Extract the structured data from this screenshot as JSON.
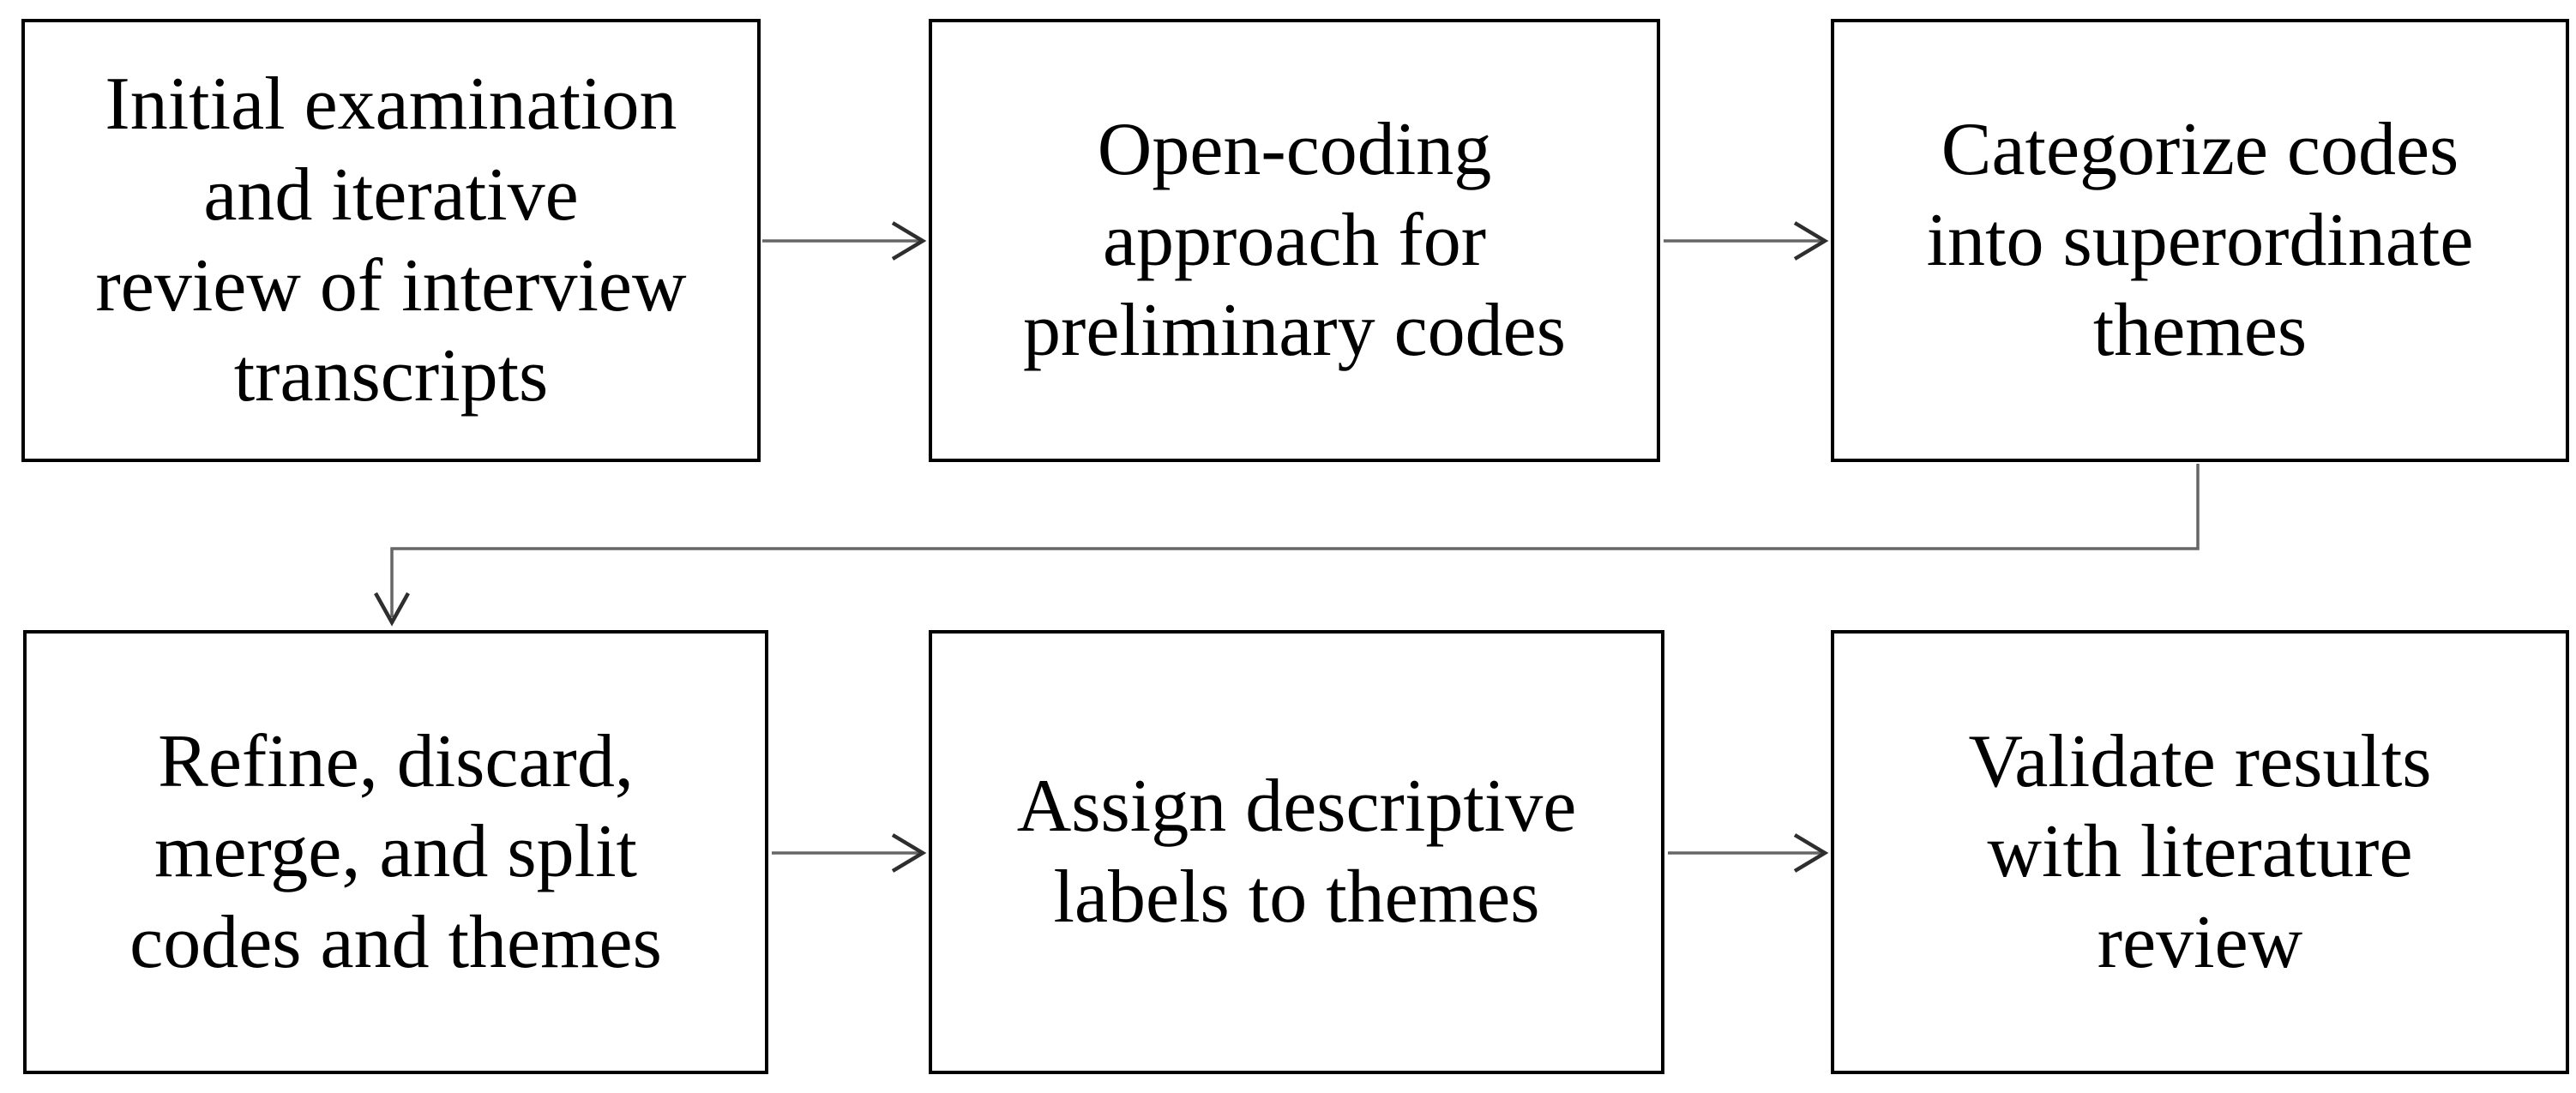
{
  "figure": {
    "type": "flowchart",
    "rows": 2,
    "columns": 3
  },
  "colors": {
    "background": "#ffffff",
    "box-fill": "#ffffff",
    "box-border": "#000000",
    "text": "#000000",
    "connector-line": "#666666",
    "arrowhead": "#2e2e2e"
  },
  "boxes": [
    {
      "id": "box-1",
      "label": "Initial examination\nand iterative\nreview of interview\ntranscripts"
    },
    {
      "id": "box-2",
      "label": "Open-coding\napproach for\npreliminary codes"
    },
    {
      "id": "box-3",
      "label": "Categorize codes\ninto superordinate\nthemes"
    },
    {
      "id": "box-4",
      "label": "Refine, discard,\nmerge, and split\ncodes and themes"
    },
    {
      "id": "box-5",
      "label": "Assign descriptive\nlabels to themes"
    },
    {
      "id": "box-6",
      "label": "Validate results\nwith literature\nreview"
    }
  ],
  "connectors": [
    {
      "from": "box-1",
      "to": "box-2",
      "type": "straight-arrow"
    },
    {
      "from": "box-2",
      "to": "box-3",
      "type": "straight-arrow"
    },
    {
      "from": "box-3",
      "to": "box-4",
      "type": "elbow-arrow"
    },
    {
      "from": "box-4",
      "to": "box-5",
      "type": "straight-arrow"
    },
    {
      "from": "box-5",
      "to": "box-6",
      "type": "straight-arrow"
    }
  ]
}
